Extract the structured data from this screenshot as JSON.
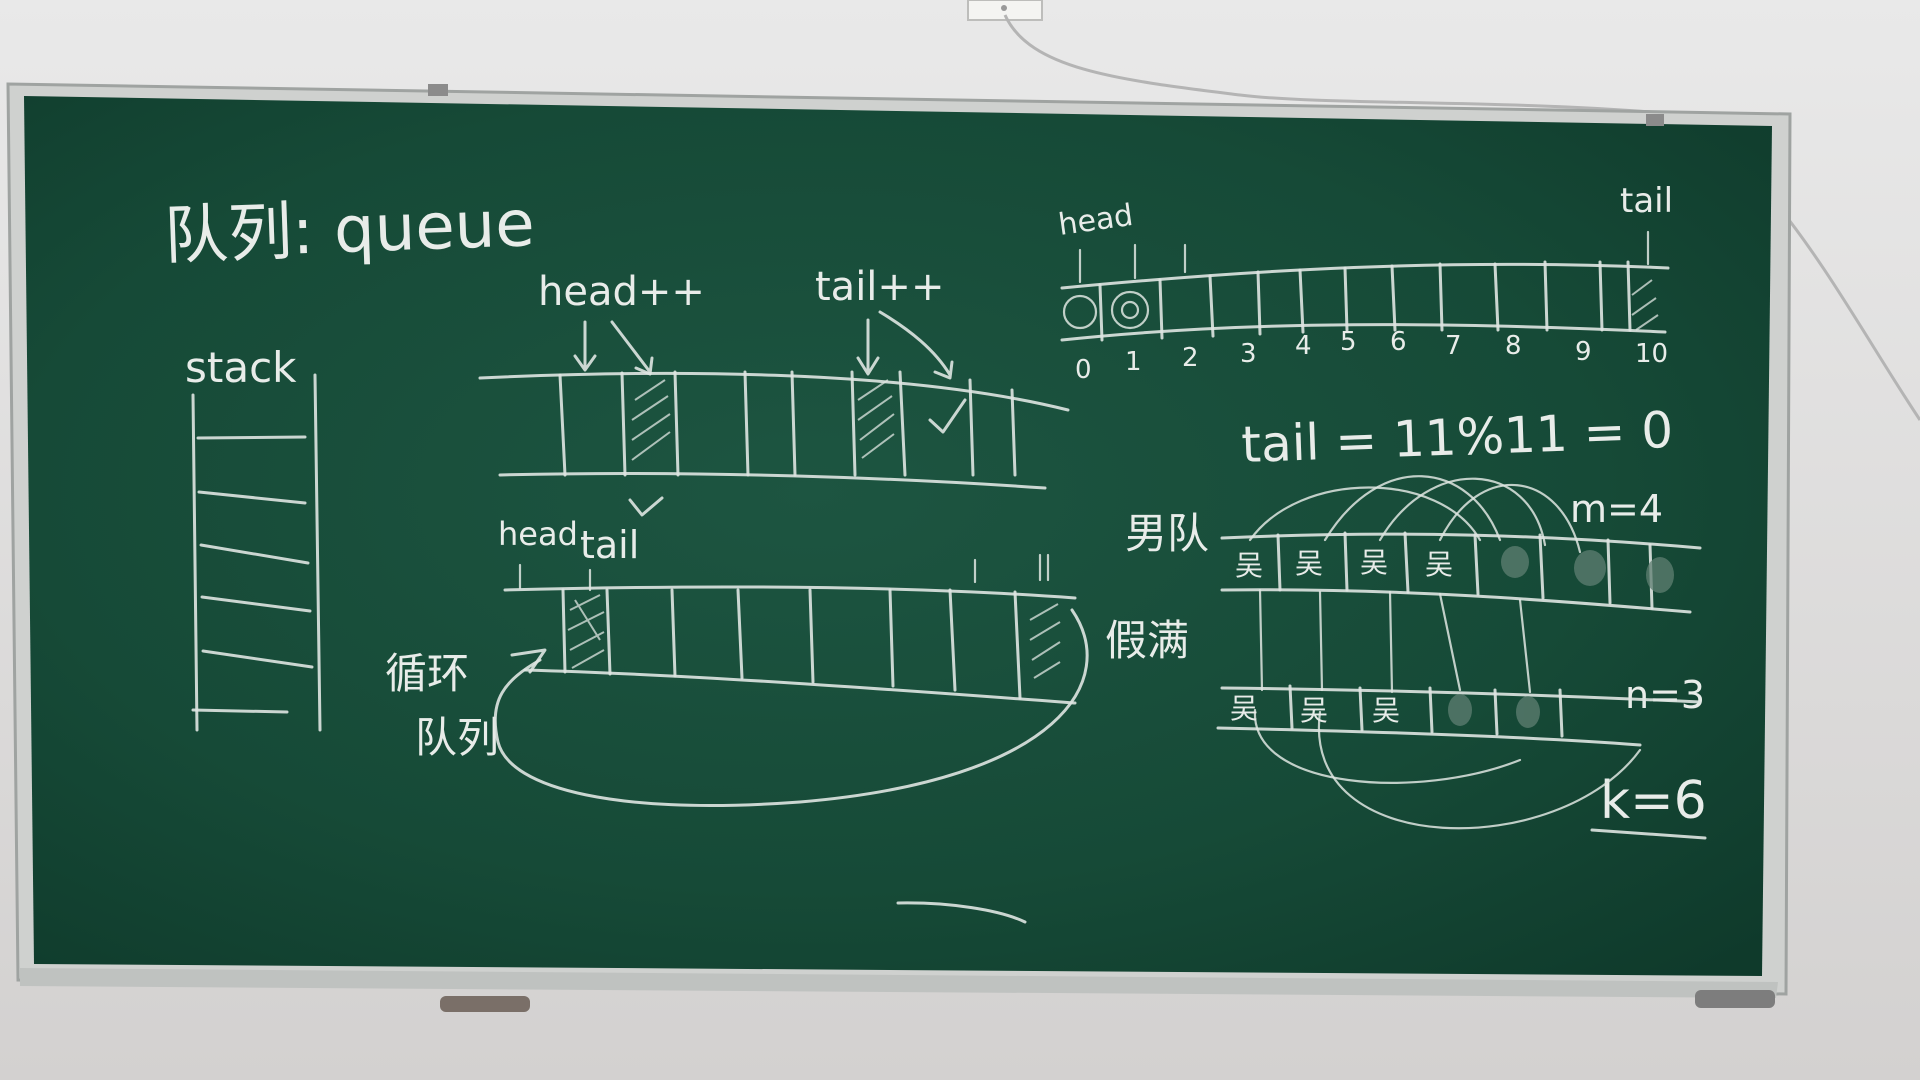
{
  "board": {
    "title": "队列: queue",
    "stack_label": "stack",
    "linear_queue": {
      "head_label": "head++",
      "tail_label": "tail++"
    },
    "circular_queue": {
      "head_label": "head",
      "tail_label": "tail",
      "caption_line1": "循环",
      "caption_line2": "队列"
    },
    "array": {
      "head_label": "head",
      "tail_label": "tail",
      "indices": [
        "0",
        "1",
        "2",
        "3",
        "4",
        "5",
        "6",
        "7",
        "8",
        "9",
        "10"
      ]
    },
    "formula": "tail = 11%11 = 0",
    "dance": {
      "male_label": "男队",
      "female_label": "假满",
      "m_label": "m=4",
      "n_label": "n=3",
      "k_label": "k=6",
      "person_glyph": "吴"
    }
  }
}
